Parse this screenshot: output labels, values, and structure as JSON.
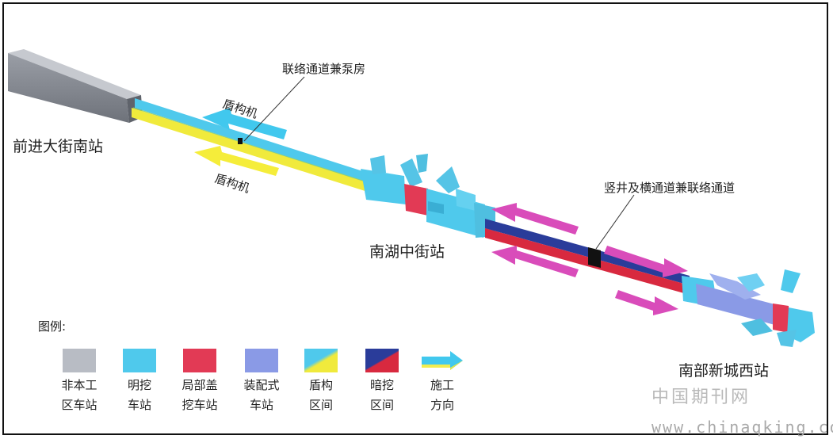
{
  "stations": {
    "qianjin": "前进大街南站",
    "nanhu": "南湖中街站",
    "nanbu": "南部新城西站"
  },
  "annotations": {
    "pump_room": "联络通道兼泵房",
    "shaft": "竖井及横通道兼联络通道",
    "shield_upper": "盾构机",
    "shield_lower": "盾构机"
  },
  "legend": {
    "title": "图例:",
    "items": [
      {
        "label": "非本工\n区车站",
        "color": "#b8bcc4"
      },
      {
        "label": "明挖\n车站",
        "color": "#4fc9ec"
      },
      {
        "label": "局部盖\n挖车站",
        "color": "#e23a55"
      },
      {
        "label": "装配式\n车站",
        "color": "#8a9ae6"
      },
      {
        "label": "盾构\n区间",
        "color": "#f0ea3c"
      },
      {
        "label": "暗挖\n区间",
        "color": "#2a3c9a"
      },
      {
        "label": "施工\n方向",
        "color": "#41c8ee"
      }
    ]
  },
  "watermark": {
    "cn": "中国期刊网",
    "en": "www.chinaqking.com"
  }
}
